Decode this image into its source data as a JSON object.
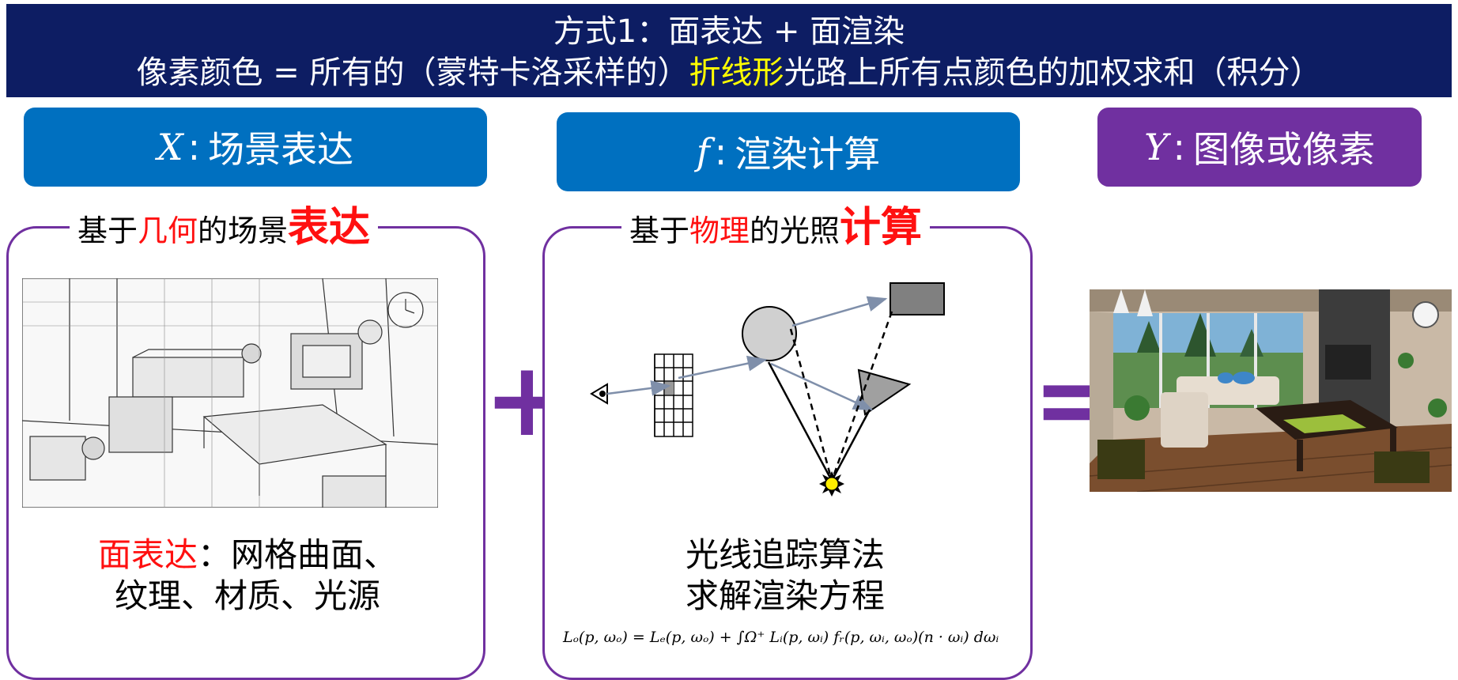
{
  "header": {
    "line1": "方式1：面表达 + 面渲染",
    "line2_pre": "像素颜色 = 所有的（蒙特卡洛采样的）",
    "line2_highlight": "折线形",
    "line2_post": "光路上所有点颜色的加权求和（积分）"
  },
  "labels": {
    "x": {
      "var": "X",
      "colon": ":",
      "text": "场景表达"
    },
    "f": {
      "var": "f",
      "colon": ":",
      "text": "渲染计算"
    },
    "y": {
      "var": "Y",
      "colon": ":",
      "text": "图像或像素"
    }
  },
  "left_panel": {
    "title_pre": "基于",
    "title_red": "几何",
    "title_mid": "的场景",
    "title_big": "表达",
    "caption_red": "面表达",
    "caption_rest": "：网格曲面、",
    "caption_line2": "纹理、材质、光源"
  },
  "middle_panel": {
    "title_pre": "基于",
    "title_red": "物理",
    "title_mid": "的光照",
    "title_big": "计算",
    "caption_line1": "光线追踪算法",
    "caption_line2": "求解渲染方程",
    "equation": "Lₒ(p, ωₒ) = Lₑ(p, ωₒ) + ∫Ω⁺ Lᵢ(p, ωᵢ) fᵣ(p, ωᵢ, ωₒ)(n · ωᵢ) dωᵢ"
  },
  "operators": {
    "plus": "+",
    "equals": "="
  },
  "colors": {
    "header_bg": "#0d1d63",
    "blue_pill": "#0070c0",
    "purple_pill": "#7030a0",
    "highlight_red": "#ff1010",
    "highlight_yellow": "#ffff00"
  }
}
